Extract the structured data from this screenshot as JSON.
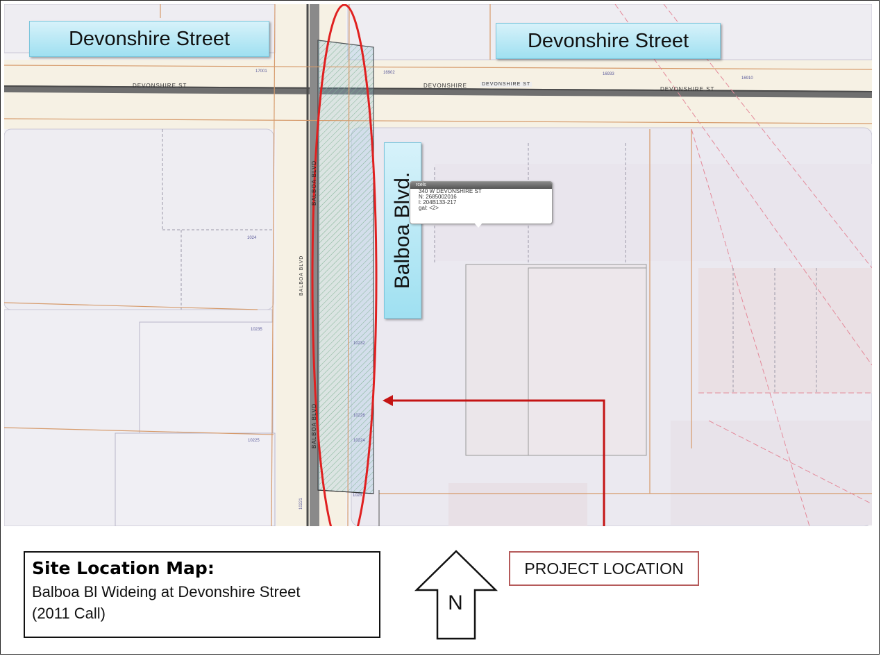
{
  "labels": {
    "devonshire_left": "Devonshire Street",
    "devonshire_right": "Devonshire Street",
    "balboa": "Balboa Blvd."
  },
  "road_text": {
    "devonshire_st_1": "DEVONSHIRE ST",
    "devonshire_2": "DEVONSHIRE",
    "devonshire_st_3": "DEVONSHIRE ST",
    "devonshire_st_4": "DEVONSHIRE ST",
    "balboa_blvd_1": "BALBOA BLVD",
    "balboa_blvd_2": "BALBOA BLVD",
    "balboa_blvd_3": "BALBOA BLVD"
  },
  "popup": {
    "header": "rcels",
    "line1": "340 W DEVONSHIRE ST",
    "line2": "N: 2685002016",
    "line3": "l: 204B133-217",
    "line4": "gal: <2>"
  },
  "parcel_numbers": [
    "17001",
    "16902",
    "16933",
    "16910",
    "1024",
    "10235",
    "10232",
    "10225",
    "10226",
    "10224",
    "10221",
    "1028"
  ],
  "title_box": {
    "heading": "Site Location Map:",
    "line1": "Balboa Bl Wideing at Devonshire Street",
    "line2": "(2011 Call)"
  },
  "project_location": "PROJECT LOCATION",
  "north": "N",
  "colors": {
    "highlight_ellipse": "#e02020",
    "arrow": "#c41414",
    "label_fill": "#a8e4f4",
    "road_gray": "#8a8a8a",
    "parcel_line": "#d69a6a"
  }
}
